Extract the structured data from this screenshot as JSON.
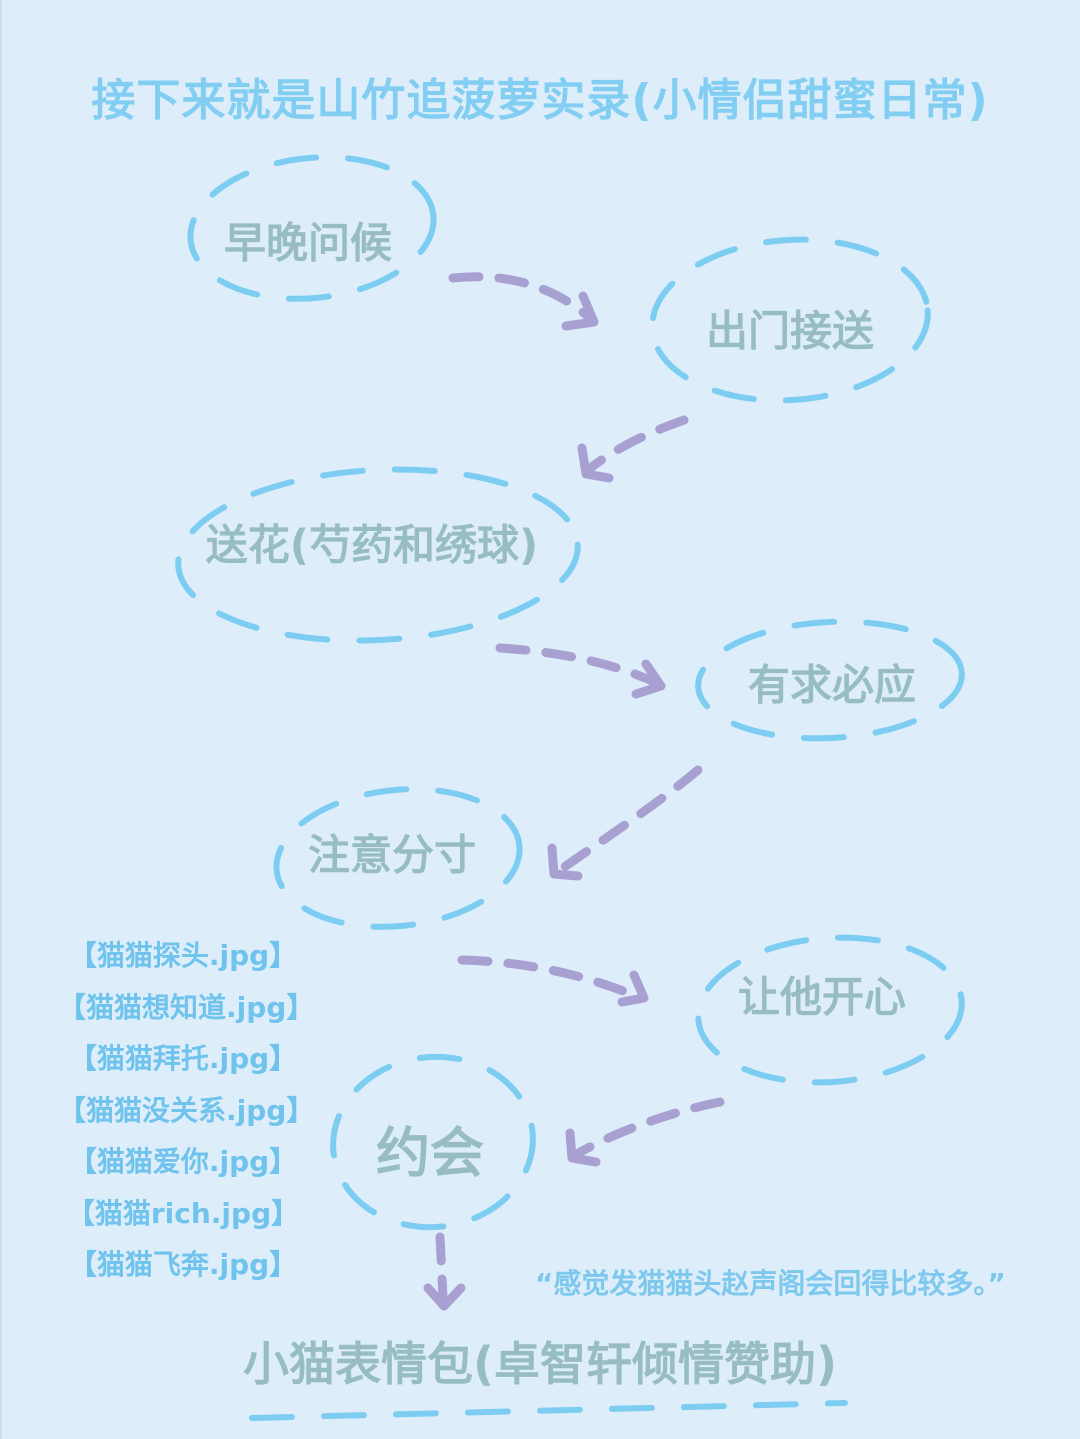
{
  "title": "接下来就是山竹追菠萝实录(小情侣甜蜜日常)",
  "steps": [
    {
      "label": "早晚问候"
    },
    {
      "label": "出门接送"
    },
    {
      "label": "送花(芍药和绣球)"
    },
    {
      "label": "有求必应"
    },
    {
      "label": "注意分寸"
    },
    {
      "label": "让他开心"
    },
    {
      "label": "约会"
    }
  ],
  "stickers": [
    "【猫猫探头.jpg】",
    "【猫猫想知道.jpg】",
    "【猫猫拜托.jpg】",
    "【猫猫没关系.jpg】",
    "【猫猫爱你.jpg】",
    "【猫猫rich.jpg】",
    "【猫猫飞奔.jpg】"
  ],
  "quote": "“感觉发猫猫头赵声阁会回得比较多。”",
  "final": "小猫表情包(卓智轩倾情赞助)",
  "colors": {
    "background": "#ddeefa",
    "title": "#82cdf2",
    "node_text": "#97bdc3",
    "ellipse_stroke": "#7dcdf2",
    "arrow": "#a9a0d2",
    "side_text": "#6fc3ec"
  }
}
